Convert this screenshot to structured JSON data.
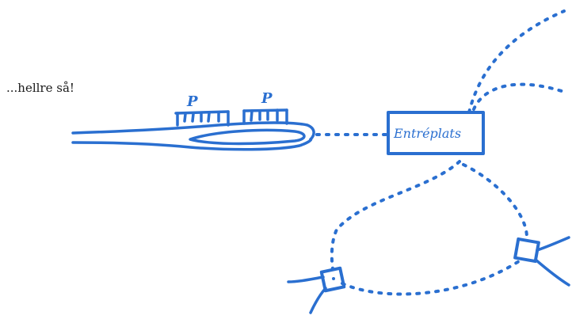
{
  "caption": "...hellre så!",
  "hub_label": "Entréplats",
  "parking_sign_1": "P",
  "parking_sign_2": "P",
  "colors": {
    "ink": "#2a6fd0",
    "text": "#1a1a1a",
    "background": "#ffffff"
  }
}
